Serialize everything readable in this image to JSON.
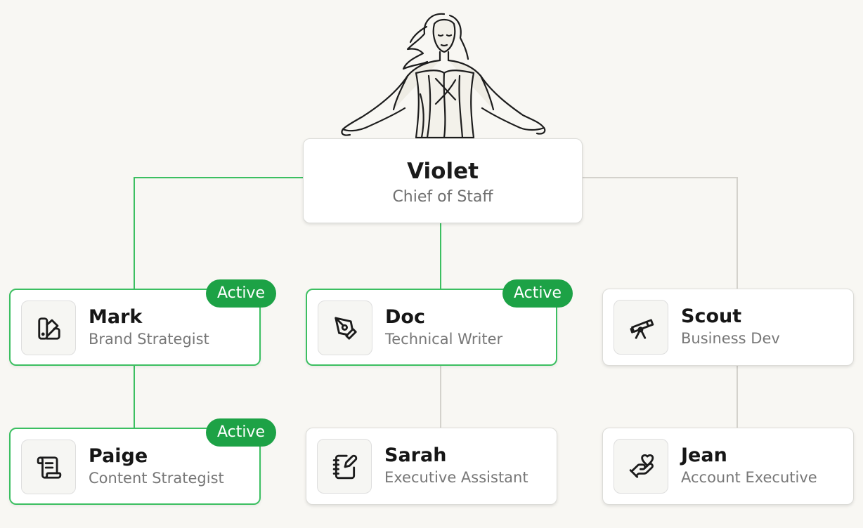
{
  "root": {
    "name": "Violet",
    "role": "Chief of Staff"
  },
  "nodes": [
    {
      "name": "Mark",
      "role": "Brand Strategist",
      "icon": "swatch-icon",
      "active": true
    },
    {
      "name": "Doc",
      "role": "Technical Writer",
      "icon": "pen-nib-icon",
      "active": true
    },
    {
      "name": "Scout",
      "role": "Business Dev",
      "icon": "telescope-icon",
      "active": false
    },
    {
      "name": "Paige",
      "role": "Content Strategist",
      "icon": "scroll-icon",
      "active": true
    },
    {
      "name": "Sarah",
      "role": "Executive Assistant",
      "icon": "notebook-pen-icon",
      "active": false
    },
    {
      "name": "Jean",
      "role": "Account Executive",
      "icon": "hand-heart-icon",
      "active": false
    }
  ],
  "badge_label": "Active",
  "colors": {
    "active_line": "#3cbf61",
    "inactive_line": "#d4d2cc",
    "badge": "#1da246",
    "background": "#f8f7f3"
  }
}
